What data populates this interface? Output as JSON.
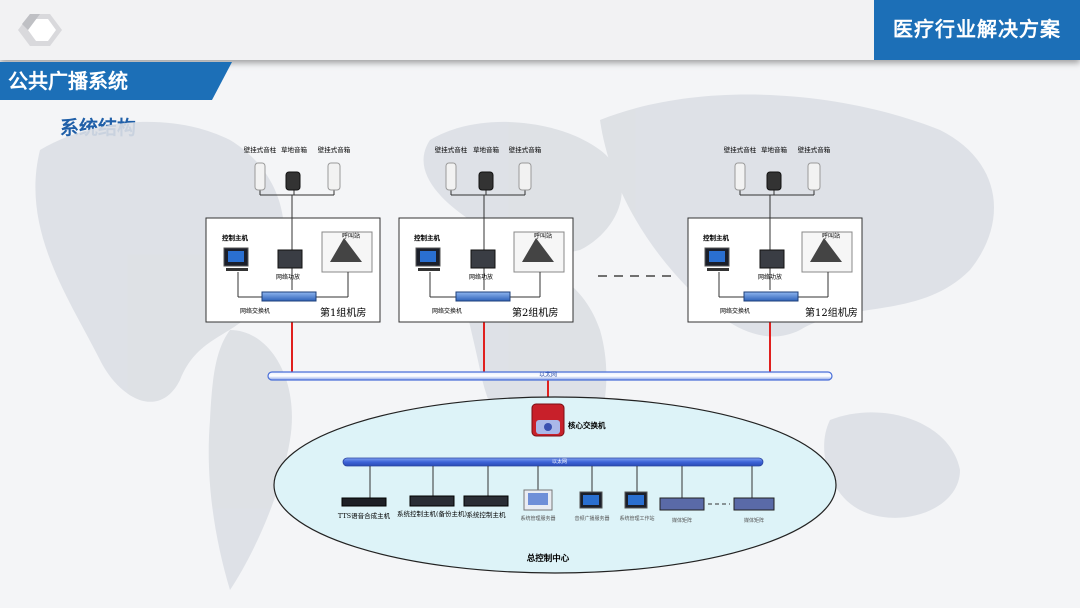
{
  "header": {
    "brand_title": "医疗行业解决方案",
    "logo_icon": "diamond-logo-icon"
  },
  "section": {
    "title": "公共广播系统",
    "subtitle": "系统结构"
  },
  "colors": {
    "brand_blue": "#1c6fb7",
    "red_link": "#e0201e",
    "bus_blue": "#4a6fd8",
    "ellipse_fill": "#ddf3f8",
    "subtitle_blue": "#1f5fa8"
  },
  "rooms": [
    {
      "speakers": [
        "壁挂式音柱",
        "草地音箱",
        "壁挂式音箱"
      ],
      "host_label": "控制主机",
      "amp_label": "网络功放",
      "paging_label": "呼叫站",
      "switch_label": "网络交换机",
      "room_label": "第1组机房"
    },
    {
      "speakers": [
        "壁挂式音柱",
        "草地音箱",
        "壁挂式音箱"
      ],
      "host_label": "控制主机",
      "amp_label": "网络功放",
      "paging_label": "呼叫站",
      "switch_label": "网络交换机",
      "room_label": "第2组机房"
    },
    {
      "speakers": [
        "壁挂式音柱",
        "草地音箱",
        "壁挂式音箱"
      ],
      "host_label": "控制主机",
      "amp_label": "网络功放",
      "paging_label": "呼叫站",
      "switch_label": "网络交换机",
      "room_label": "第12组机房"
    }
  ],
  "backbone_label": "以太网",
  "core_switch_label": "核心交换机",
  "center_bus_label": "以太网",
  "center_devices": [
    {
      "label": "TTS语音合成主机"
    },
    {
      "label": "系统控制主机(备份主机)"
    },
    {
      "label": "系统控制主机"
    },
    {
      "label": "系统管理服务器"
    },
    {
      "label": "音频广播服务器"
    },
    {
      "label": "系统管理工作站"
    },
    {
      "label": "媒体矩阵"
    },
    {
      "label": "媒体矩阵"
    }
  ],
  "center_label": "总控制中心"
}
